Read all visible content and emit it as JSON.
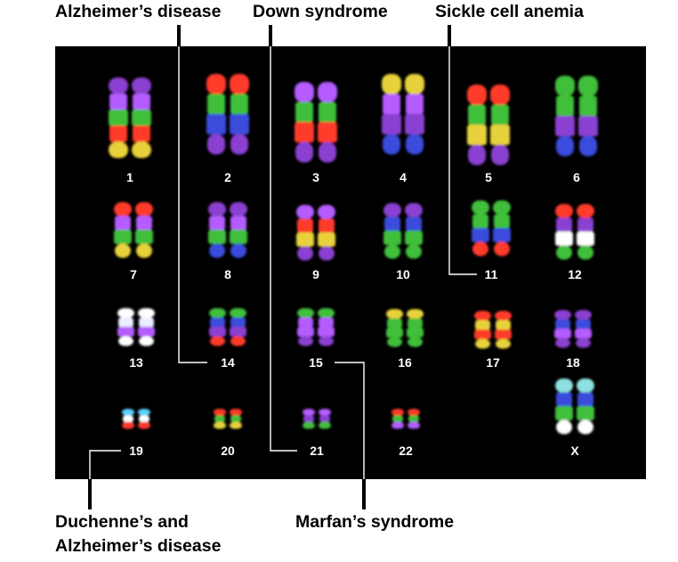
{
  "labels": {
    "alzheimers": "Alzheimer’s disease",
    "down": "Down syndrome",
    "sickle": "Sickle cell anemia",
    "duchenne_line1": "Duchenne’s and",
    "duchenne_line2": "Alzheimer’s disease",
    "marfan": "Marfan’s syndrome"
  },
  "chromosomes": [
    {
      "label": "1",
      "size": "large",
      "colors": [
        "#8a3fd0",
        "#b45cff",
        "#3fbf3a",
        "#ff3b2a",
        "#e8d23a"
      ]
    },
    {
      "label": "2",
      "size": "large",
      "colors": [
        "#ff3b2a",
        "#3fbf3a",
        "#3a4bdc",
        "#8a3fd0"
      ]
    },
    {
      "label": "3",
      "size": "large",
      "colors": [
        "#b45cff",
        "#3fbf3a",
        "#ff3b2a",
        "#8a3fd0"
      ]
    },
    {
      "label": "4",
      "size": "large",
      "colors": [
        "#e8d23a",
        "#b45cff",
        "#8a3fd0",
        "#3a4bdc"
      ]
    },
    {
      "label": "5",
      "size": "large",
      "colors": [
        "#ff3b2a",
        "#3fbf3a",
        "#e8d23a",
        "#8a3fd0"
      ]
    },
    {
      "label": "6",
      "size": "large",
      "colors": [
        "#3fbf3a",
        "#3fbf3a",
        "#8a3fd0",
        "#3a4bdc"
      ]
    },
    {
      "label": "7",
      "size": "medium",
      "colors": [
        "#ff3b2a",
        "#b45cff",
        "#3fbf3a",
        "#e8d23a"
      ]
    },
    {
      "label": "8",
      "size": "medium",
      "colors": [
        "#8a3fd0",
        "#b45cff",
        "#3fbf3a",
        "#3a4bdc"
      ]
    },
    {
      "label": "9",
      "size": "medium",
      "colors": [
        "#b45cff",
        "#ff3b2a",
        "#e8d23a",
        "#8a3fd0"
      ]
    },
    {
      "label": "10",
      "size": "medium",
      "colors": [
        "#8a3fd0",
        "#3a4bdc",
        "#3fbf3a",
        "#3fbf3a"
      ]
    },
    {
      "label": "11",
      "size": "medium",
      "colors": [
        "#3fbf3a",
        "#3fbf3a",
        "#3a4bdc",
        "#ff3b2a"
      ]
    },
    {
      "label": "12",
      "size": "medium",
      "colors": [
        "#ff3b2a",
        "#8a3fd0",
        "#ffffff",
        "#3fbf3a"
      ]
    },
    {
      "label": "13",
      "size": "small",
      "colors": [
        "#ffffff",
        "#e8f0ff",
        "#b45cff",
        "#ffffff"
      ]
    },
    {
      "label": "14",
      "size": "small",
      "colors": [
        "#3fbf3a",
        "#3a4bdc",
        "#8a3fd0",
        "#ff3b2a"
      ]
    },
    {
      "label": "15",
      "size": "small",
      "colors": [
        "#3fbf3a",
        "#b45cff",
        "#b45cff",
        "#8a3fd0"
      ]
    },
    {
      "label": "16",
      "size": "small",
      "colors": [
        "#e8d23a",
        "#3fbf3a",
        "#3fbf3a",
        "#3fbf3a"
      ]
    },
    {
      "label": "17",
      "size": "small",
      "colors": [
        "#ff3b2a",
        "#e8d23a",
        "#ff3b2a",
        "#e8d23a"
      ]
    },
    {
      "label": "18",
      "size": "small",
      "colors": [
        "#8a3fd0",
        "#3a4bdc",
        "#b45cff",
        "#8a3fd0"
      ]
    },
    {
      "label": "19",
      "size": "tiny",
      "colors": [
        "#5ad0ff",
        "#ffffff",
        "#ff3b2a"
      ]
    },
    {
      "label": "20",
      "size": "tiny",
      "colors": [
        "#ff3b2a",
        "#3fbf3a",
        "#e8d23a"
      ]
    },
    {
      "label": "21",
      "size": "tiny",
      "colors": [
        "#b45cff",
        "#8a3fd0",
        "#3fbf3a"
      ]
    },
    {
      "label": "22",
      "size": "tiny",
      "colors": [
        "#ff3b2a",
        "#3fbf3a",
        "#b45cff"
      ]
    },
    {
      "label": "X",
      "size": "medium",
      "colors": [
        "#8fe0e0",
        "#3a4bdc",
        "#3fbf3a",
        "#ffffff"
      ]
    }
  ]
}
